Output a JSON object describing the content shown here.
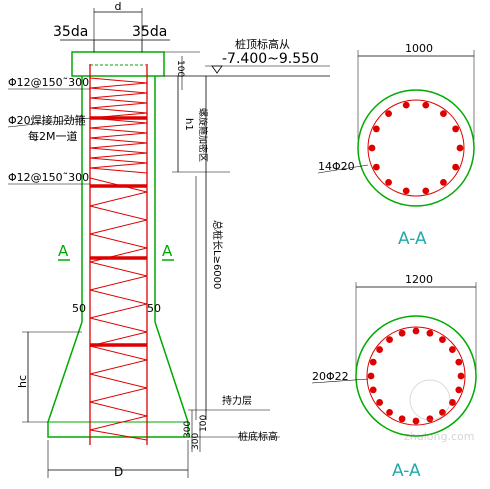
{
  "pile": {
    "dim_d": "d",
    "anchor_left": "35da",
    "anchor_right": "35da",
    "elev_title": "桩顶标高从",
    "elev_range": "-7.400~9.550",
    "dim_100": "100",
    "dim_h1": "h1",
    "h1_note": "螺旋箍加密区",
    "rebar_top": "Φ12@150˜300",
    "stiffener": "Φ20焊接加劲箍",
    "stiffener_spacing": "每2M一道",
    "rebar_mid": "Φ12@150˜300",
    "total_length": "总桩长L≥6000",
    "section_mark_left": "A",
    "section_mark_right": "A",
    "dim_50_left": "50",
    "dim_50_right": "50",
    "dim_hc": "hc",
    "bearing_layer": "持力层",
    "dim_300a": "300",
    "dim_300b": "300",
    "dim_100b": "100",
    "bottom_elev": "桩底标高",
    "dim_D": "D"
  },
  "section1": {
    "width": "1000",
    "bars": "14Φ20",
    "title": "A-A"
  },
  "section2": {
    "width": "1200",
    "bars": "20Φ22",
    "title": "A-A"
  },
  "watermark": "zhulong.com",
  "colors": {
    "outline": "#00aa00",
    "rebar": "#dd0000",
    "text": "#000000",
    "label_cyan": "#22aaaa"
  }
}
